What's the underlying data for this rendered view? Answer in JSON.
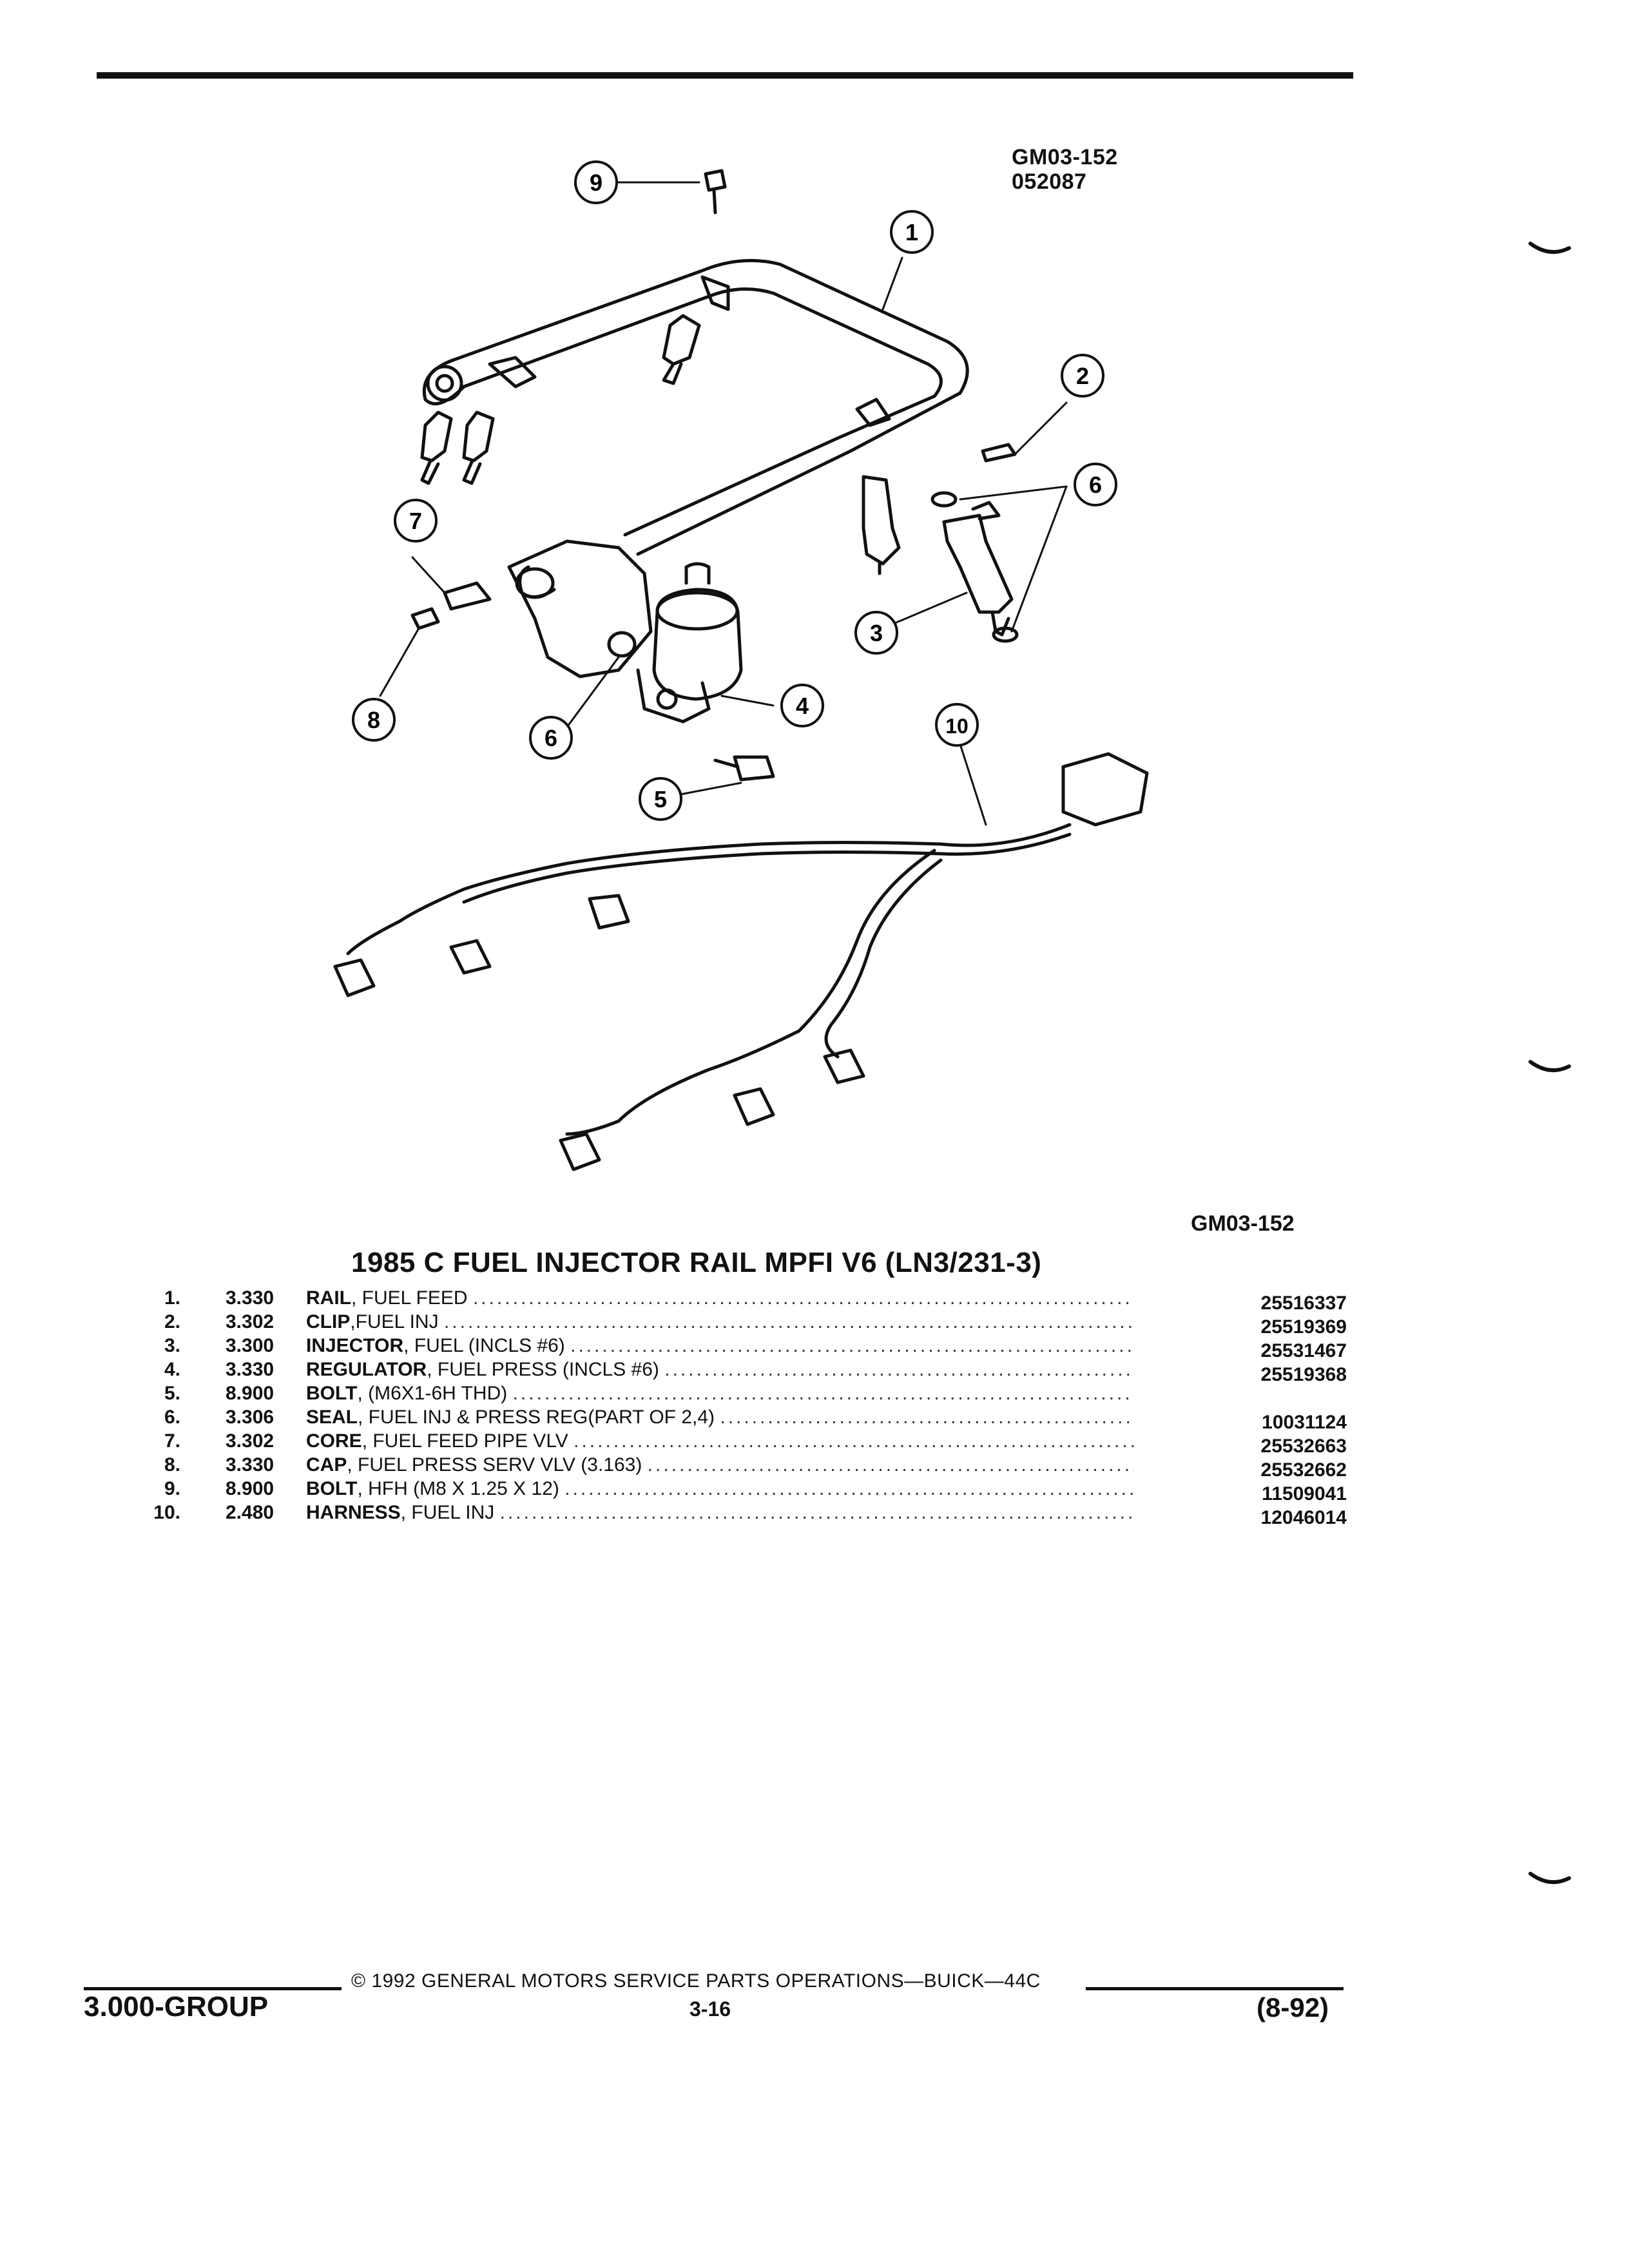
{
  "figure": {
    "code": "GM03-152",
    "code_number": "052087",
    "code_bottom": "GM03-152",
    "callouts": [
      "1",
      "2",
      "3",
      "4",
      "5",
      "6",
      "6",
      "7",
      "8",
      "9",
      "10"
    ]
  },
  "title": "1985 C FUEL INJECTOR RAIL MPFI V6 (LN3/231-3)",
  "parts": [
    {
      "idx": "1.",
      "group": "3.330",
      "name": "RAIL",
      "detail": ", FUEL FEED",
      "part_no": "25516337"
    },
    {
      "idx": "2.",
      "group": "3.302",
      "name": "CLIP",
      "detail": ",FUEL INJ",
      "part_no": "25519369"
    },
    {
      "idx": "3.",
      "group": "3.300",
      "name": "INJECTOR",
      "detail": ", FUEL (INCLS #6)",
      "part_no": "25531467"
    },
    {
      "idx": "4.",
      "group": "3.330",
      "name": "REGULATOR",
      "detail": ", FUEL PRESS (INCLS #6)",
      "part_no": "25519368"
    },
    {
      "idx": "5.",
      "group": "8.900",
      "name": "BOLT",
      "detail": ", (M6X1-6H THD)",
      "part_no": ""
    },
    {
      "idx": "6.",
      "group": "3.306",
      "name": "SEAL",
      "detail": ", FUEL INJ & PRESS REG(PART OF 2,4)",
      "part_no": "10031124"
    },
    {
      "idx": "7.",
      "group": "3.302",
      "name": "CORE",
      "detail": ", FUEL FEED PIPE VLV",
      "part_no": "25532663"
    },
    {
      "idx": "8.",
      "group": "3.330",
      "name": "CAP",
      "detail": ", FUEL PRESS SERV VLV (3.163)",
      "part_no": "25532662"
    },
    {
      "idx": "9.",
      "group": "8.900",
      "name": "BOLT",
      "detail": ", HFH (M8 X 1.25 X 12)",
      "part_no": "11509041"
    },
    {
      "idx": "10.",
      "group": "2.480",
      "name": "HARNESS",
      "detail": ", FUEL INJ",
      "part_no": "12046014"
    }
  ],
  "footer": {
    "copyright": "© 1992 GENERAL MOTORS SERVICE PARTS OPERATIONS—BUICK—44C",
    "group": "3.000-GROUP",
    "page": "3-16",
    "date": "(8-92)"
  }
}
